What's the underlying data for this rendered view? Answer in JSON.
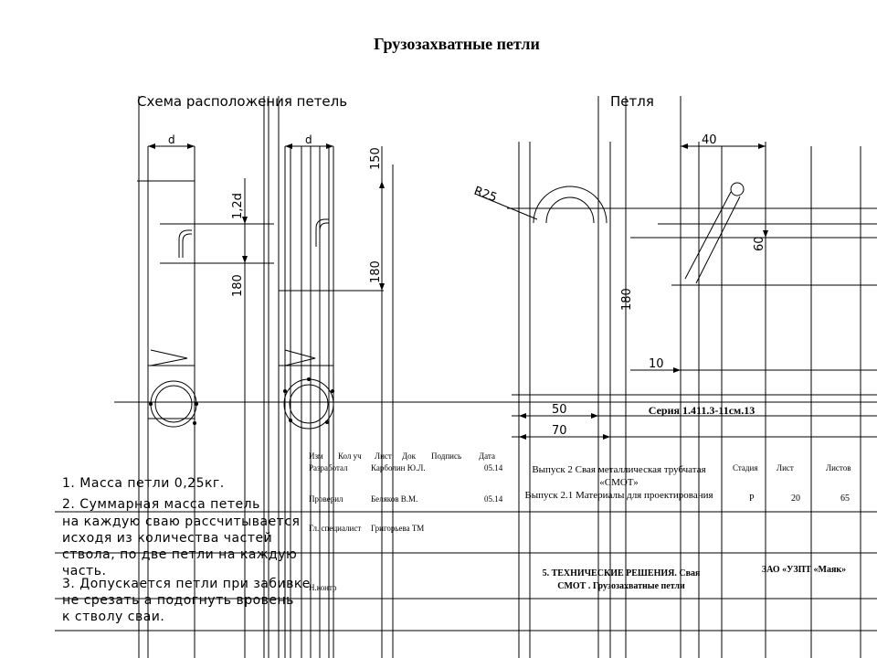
{
  "title": "Грузозахватные петли",
  "drawing": {
    "scheme_label": "Схема расположения петель",
    "loop_label": "Петля",
    "dims": {
      "d1": "d",
      "d2": "d",
      "dim_1_2d": "1,2d",
      "dim_150": "150",
      "dim_180_a": "180",
      "dim_180_b": "180",
      "dim_180_c": "180",
      "dim_R25": "R25",
      "dim_40": "40",
      "dim_60": "60",
      "dim_10": "10",
      "dim_50": "50",
      "dim_70": "70"
    }
  },
  "notes": [
    "1.  Масса петли 0,25кг.",
    "2.  Суммарная масса петель",
    "на каждую сваю рассчитывается",
    "исходя из количества частей",
    "ствола, по две петли на каждую",
    "часть.",
    "3.  Допускается петли при забивке",
    "не срезать а подогнуть вровень",
    "к стволу сваи."
  ],
  "title_block": {
    "series": "Серия 1.411.3-11см.13",
    "headers": [
      "Изм",
      "Кол уч",
      "Лист",
      "Док",
      "Подпись",
      "Дата"
    ],
    "rows": [
      {
        "role": "Разработал",
        "name": "Карболин Ю.Л.",
        "date": "05.14"
      },
      {
        "role": "Проверил",
        "name": "Беляков В.М.",
        "date": "05.14"
      },
      {
        "role": "Гл. специалист",
        "name": "Григорьева ТМ",
        "date": ""
      },
      {
        "role": "Н.контр",
        "name": "",
        "date": ""
      }
    ],
    "project_line1": "Выпуск 2 Свая металлическая трубчатая",
    "project_line2": "«СМОТ»",
    "project_line3": "Выпуск 2.1 Материалы для проектирования",
    "stage_header": "Стадия",
    "sheet_header": "Лист",
    "sheets_header": "Листов",
    "stage": "Р",
    "sheet": "20",
    "sheets": "65",
    "doc_title_line1": "5. ТЕХНИЧЕСКИЕ РЕШЕНИЯ. Свая",
    "doc_title_line2": "СМОТ . Грузозахватные петли",
    "company": "ЗАО «УЗПТ «Маяк»"
  }
}
